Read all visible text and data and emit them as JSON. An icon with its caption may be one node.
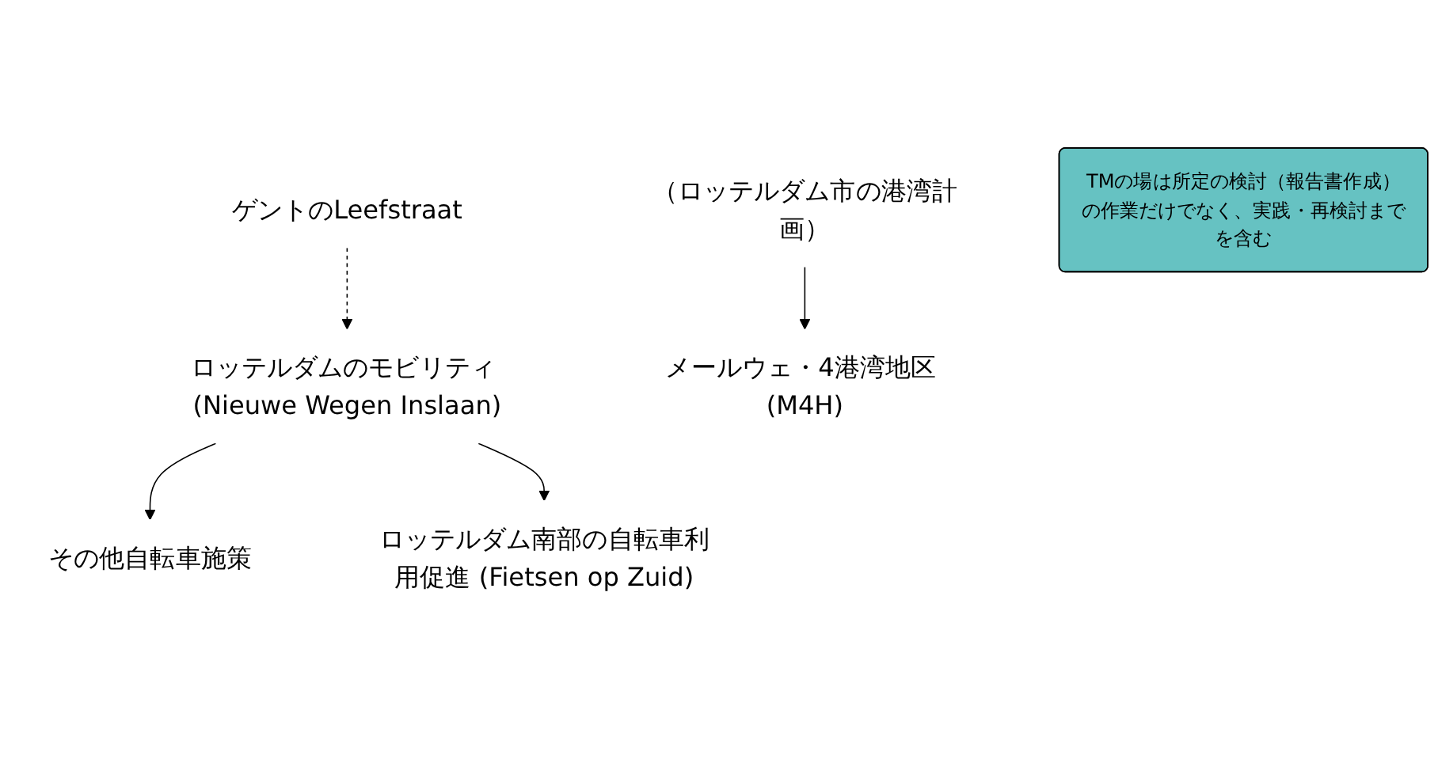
{
  "diagram": {
    "nodes": [
      {
        "text": [
          "ロッテルダムのモビリティ (Nieuwe Wegen Inslaan)"
        ]
      },
      {
        "text": [
          "ゲントのLeefstraat"
        ]
      },
      {
        "text": [
          "その他自転車施策"
        ]
      },
      {
        "text": [
          "ロッテルダム南部の自転車利用促進 (Fietsen op Zuid)"
        ]
      },
      {
        "text": [
          "（ロッテルダム市の港湾計画）"
        ]
      },
      {
        "text": [
          "メールウェ・4港湾地区 (M4H)"
        ]
      },
      {
        "text": [
          "TMの場は所定の検討（報告書作成）の作業だけでなく、実践・再検討までを含む"
        ]
      }
    ],
    "edges": [
      {
        "from": 1,
        "to": 0,
        "arrow": "to",
        "style": "dashed"
      },
      {
        "from": 0,
        "to": 2,
        "arrow": "to"
      },
      {
        "from": 0,
        "to": 3,
        "arrow": "to"
      },
      {
        "from": 4,
        "to": 5,
        "arrow": "to"
      }
    ]
  }
}
